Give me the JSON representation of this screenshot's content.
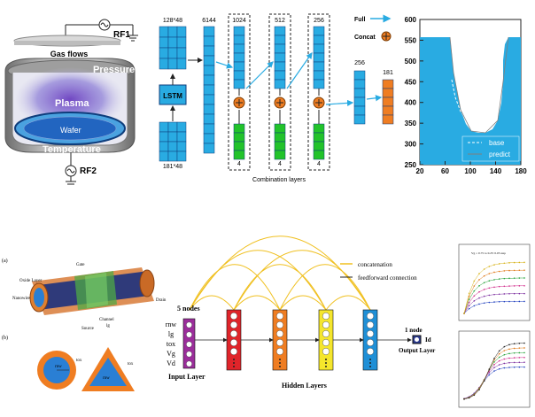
{
  "top": {
    "chamber": {
      "rf1": "RF1",
      "gas": "Gas flows",
      "pressure": "Pressure",
      "plasma": "Plasma",
      "wafer": "Wafer",
      "temperature": "Temperature",
      "rf2": "RF2"
    },
    "network": {
      "in_top": "128*48",
      "in_bot": "181*48",
      "lstm": "LSTM",
      "d6144": "6144",
      "d1024": "1024",
      "d512": "512",
      "d256a": "256",
      "d256b": "256",
      "d181": "181",
      "four": "4",
      "combo": "Combination layers",
      "full": "Full",
      "concat": "Concat"
    },
    "profile": {
      "y_ticks": [
        "250",
        "300",
        "350",
        "400",
        "450",
        "500",
        "550",
        "600"
      ],
      "x_ticks": [
        "20",
        "60",
        "100",
        "140",
        "180"
      ],
      "legend": [
        "base",
        "predict"
      ],
      "colors": {
        "fill": "#29ABE2",
        "base": "#ffffff",
        "predict": "#7f7f7f"
      }
    }
  },
  "bottom": {
    "device": {
      "a": "(a)",
      "b": "(b)",
      "oxide": "Oxide Layer",
      "gate": "Gate",
      "nanowire": "Nanowire",
      "channel": "Channel",
      "lg": "lg",
      "source": "Source",
      "drain": "Drain",
      "tox1": "tox",
      "rnw1": "rnw",
      "tox2": "tox",
      "rnw2": "rnw"
    },
    "dnn": {
      "nodes5": "5 nodes",
      "inputs": [
        "rnw",
        "lg",
        "tox",
        "Vg",
        "Vd"
      ],
      "input_layer": "Input Layer",
      "hidden": "Hidden Layers",
      "concatenation": "concatenation",
      "ffc": "feedforward connection",
      "node1": "1 node",
      "id": "Id",
      "output_layer": "Output Layer",
      "colors": {
        "input": "#9b2d9b",
        "h1": "#e0242a",
        "h2": "#ef7d22",
        "h3": "#f5e62c",
        "h4": "#1f8fd6",
        "output": "#2b3a8f",
        "concat": "#f0c020"
      }
    },
    "plots": {
      "top_note": "Vg = 0.75 to 0.2V\n0.05 step"
    }
  }
}
